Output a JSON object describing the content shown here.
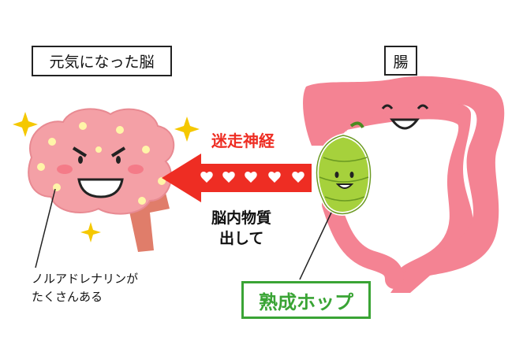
{
  "labels": {
    "brain_title": "元気になった脳",
    "gut_title": "腸",
    "vagus_nerve": "迷走神経",
    "brain_substance_line1": "脳内物質",
    "brain_substance_line2": "出して",
    "noradrenaline_line1": "ノルアドレナリンが",
    "noradrenaline_line2": "たくさんある",
    "aged_hop": "熟成ホップ"
  },
  "colors": {
    "arrow": "#ee2d23",
    "brain": "#f4a0a6",
    "intestine": "#f48393",
    "hop": "#a6d13c",
    "hop_label": "#3aa435",
    "sparkle": "#f5c800"
  }
}
